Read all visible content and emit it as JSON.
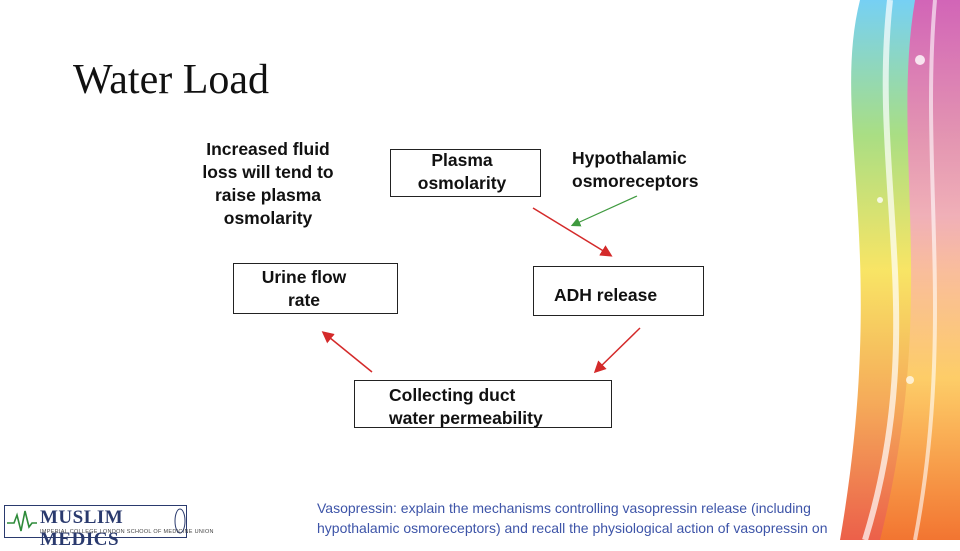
{
  "title": "Water Load",
  "nodes": {
    "fluid_loss": [
      "Increased fluid",
      "loss will tend to",
      "raise plasma",
      "osmolarity"
    ],
    "plasma": [
      "Plasma",
      "osmolarity"
    ],
    "hypothalamic": [
      "Hypothalamic",
      "osmoreceptors"
    ],
    "urine": [
      "Urine flow",
      "rate"
    ],
    "adh": "ADH release",
    "collecting": [
      "Collecting duct",
      "water permeability"
    ]
  },
  "logo": {
    "name": "MUSLIM MEDICS",
    "subtitle": "IMPERIAL COLLEGE LONDON SCHOOL OF MEDICINE UNION"
  },
  "footer": [
    "Vasopressin: explain the mechanisms controlling vasopressin release (including",
    "hypothalamic osmoreceptors) and recall the physiological action of vasopressin on"
  ],
  "colors": {
    "cycle_arrow": "#d42a2a",
    "receptor_arrow": "#3f9a3f",
    "direction_arrow": "#2f3fb5",
    "footer_text": "#3d54a8"
  }
}
